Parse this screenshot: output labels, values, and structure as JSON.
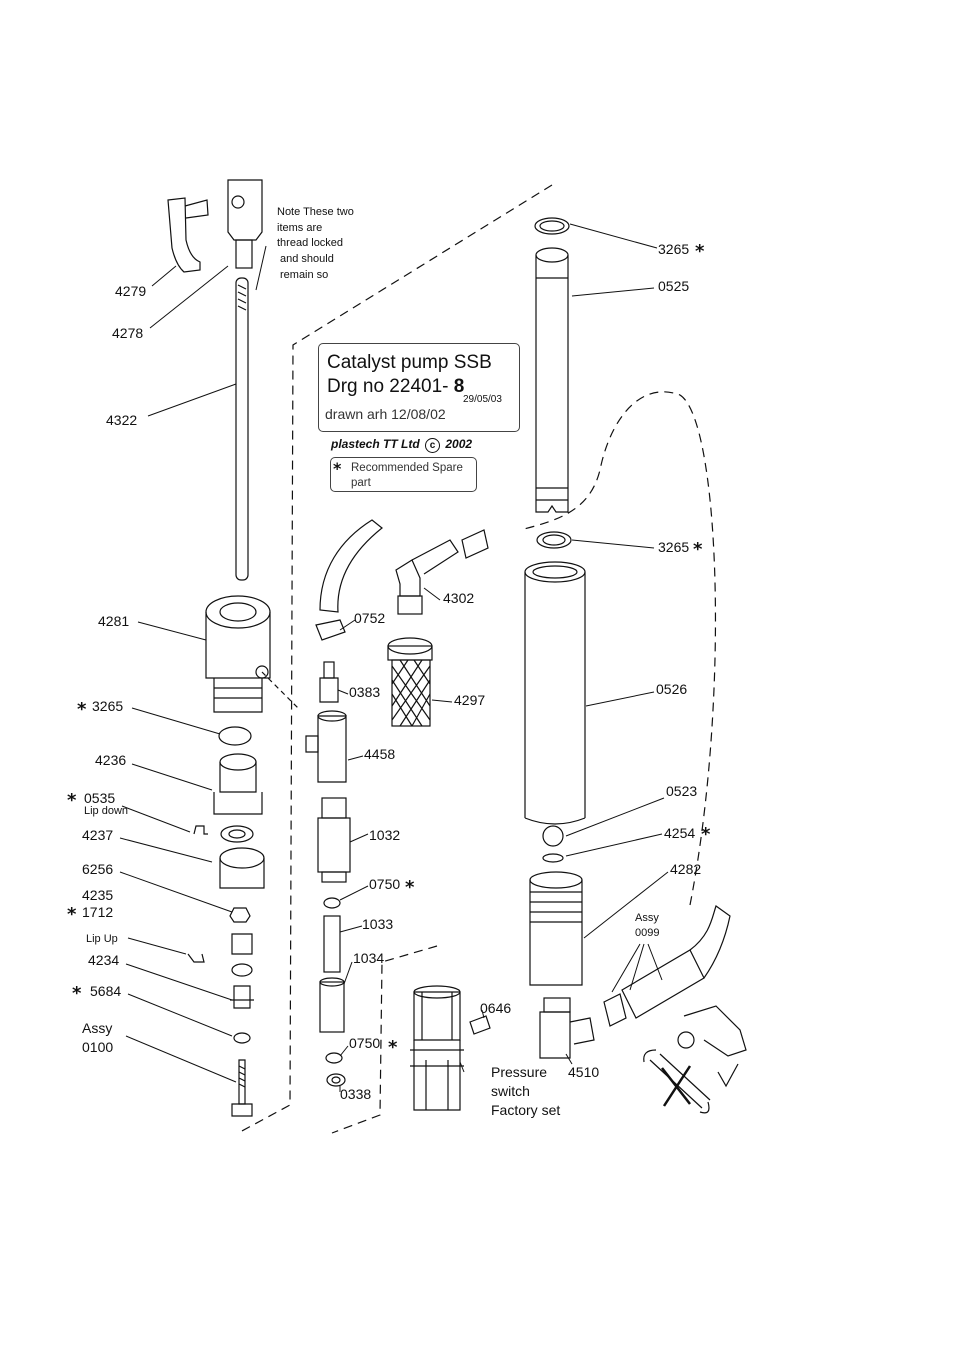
{
  "title_block": {
    "line1": "Catalyst pump SSB",
    "line2": "Drg no 22401-",
    "revision": "8",
    "revision_date": "29/05/03",
    "drawn": "drawn arh 12/08/02",
    "copyright_company": "plastech TT Ltd",
    "copyright_symbol": "c",
    "copyright_year": "2002"
  },
  "legend": {
    "symbol": "*",
    "text": "Recommended Spare part"
  },
  "note": {
    "line1": "Note These two",
    "line2": "items are",
    "line3": "thread locked",
    "line4": "and should",
    "line5": "remain so"
  },
  "labels": {
    "p4279": "4279",
    "p4278": "4278",
    "p4322": "4322",
    "p4281": "4281",
    "p3265_left": "3265",
    "p4236": "4236",
    "p0535": "0535",
    "lip_down": "Lip down",
    "p4237": "4237",
    "p6256": "6256",
    "p4235": "4235",
    "p1712": "1712",
    "lip_up": "Lip Up",
    "p4234": "4234",
    "p5684": "5684",
    "assy0100_a": "Assy",
    "assy0100_b": "0100",
    "p0752": "0752",
    "p0383": "0383",
    "p4458": "4458",
    "p1032": "1032",
    "p0750_a": "0750",
    "p1033": "1033",
    "p1034": "1034",
    "p0750_b": "0750",
    "p0338": "0338",
    "p4302": "4302",
    "p4297": "4297",
    "p0646": "0646",
    "pressure_a": "Pressure",
    "pressure_b": "switch",
    "pressure_c": "Factory set",
    "p3265_top": "3265",
    "p0525": "0525",
    "p3265_mid": "3265",
    "p0526": "0526",
    "p0523": "0523",
    "p4254": "4254",
    "p4282": "4282",
    "assy0099_a": "Assy",
    "assy0099_b": "0099",
    "p4510": "4510",
    "star": "*"
  },
  "colors": {
    "ink": "#111111",
    "paper": "#ffffff"
  }
}
